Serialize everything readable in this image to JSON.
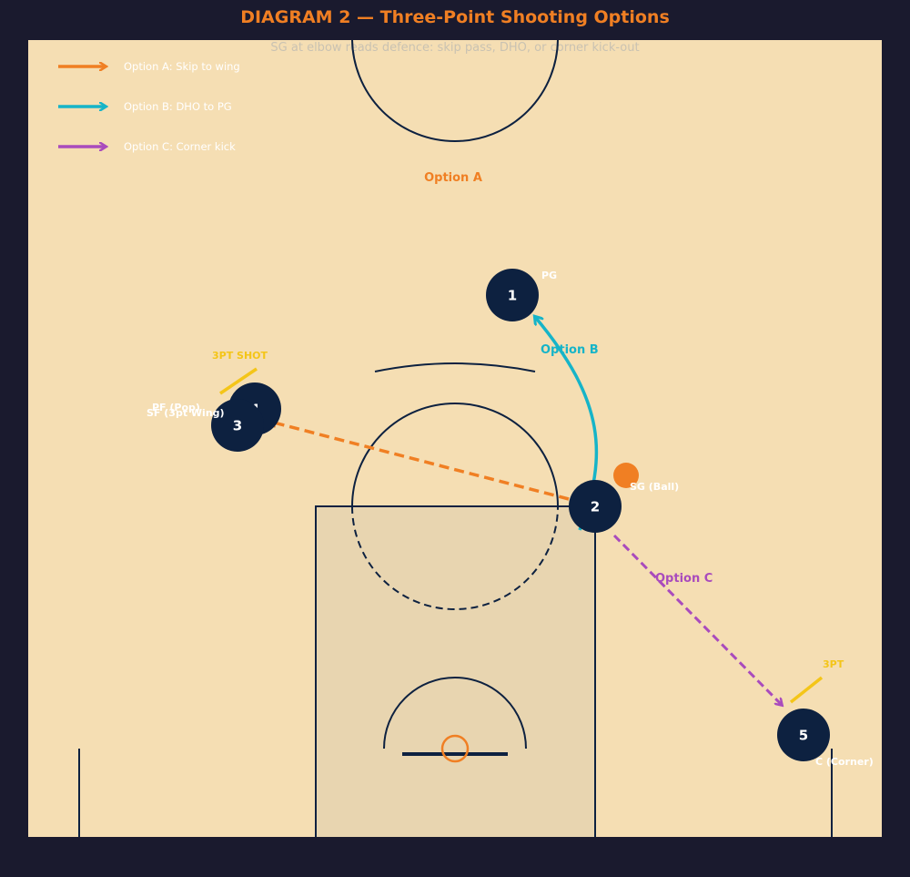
{
  "title": "DIAGRAM 2 — Three-Point Shooting Options",
  "subtitle": "SG at elbow reads defence: skip pass, DHO, or corner kick-out",
  "colors": {
    "background": "#1a1a2e",
    "court": "#f5deb3",
    "paint": "#e8d5b0",
    "lines": "#0d2140",
    "player": "#0d2140",
    "option_a": "#f07f23",
    "option_b": "#16b4c8",
    "option_c": "#a94bbd",
    "shot": "#f4c518",
    "title": "#f07f23",
    "subtitle": "#c9c2b2",
    "rim": "#f07f23",
    "label_white": "#ffffff"
  },
  "legend": [
    {
      "label": "Option A: Skip to wing",
      "color": "#f07f23"
    },
    {
      "label": "Option B: DHO to PG",
      "color": "#16b4c8"
    },
    {
      "label": "Option C: Corner kick",
      "color": "#a94bbd"
    }
  ],
  "option_labels": {
    "a": "Option A",
    "b": "Option B",
    "c": "Option C"
  },
  "players": [
    {
      "number": "1",
      "name": "PG"
    },
    {
      "number": "2",
      "name": "SG (Ball)"
    },
    {
      "number": "3",
      "name": "SF (3pt Wing)"
    },
    {
      "number": "4",
      "name": "PF (Pop)"
    },
    {
      "number": "5",
      "name": "C (Corner)"
    }
  ],
  "shot_labels": {
    "wing": "3PT SHOT",
    "corner": "3PT"
  }
}
